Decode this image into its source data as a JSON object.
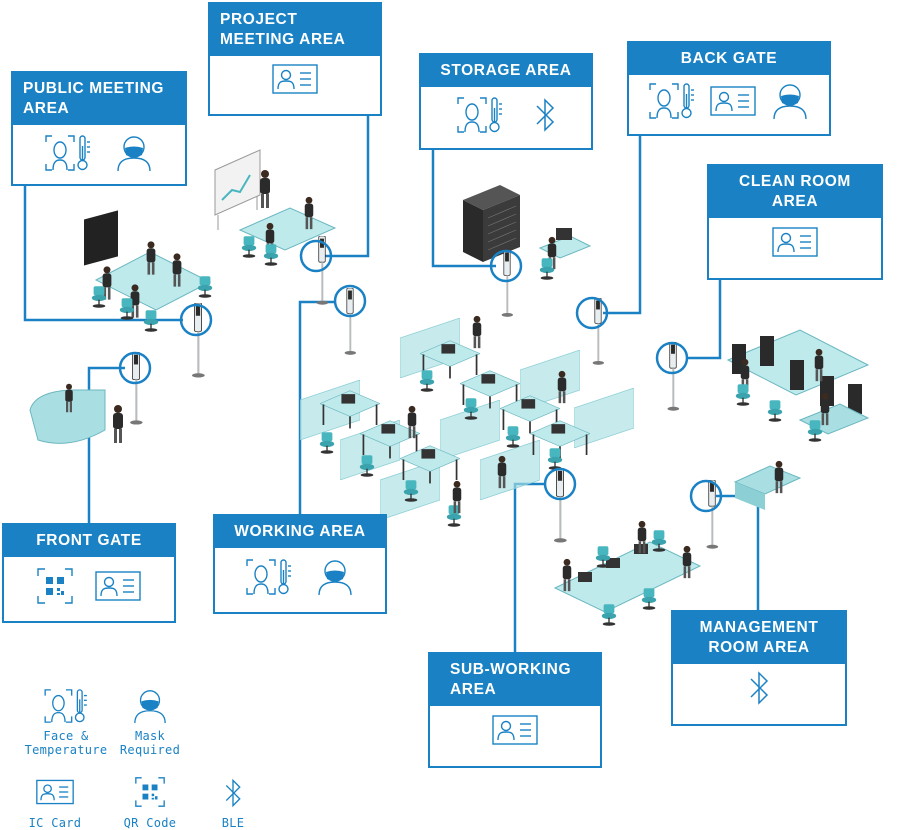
{
  "zones": {
    "public_meeting": {
      "title": "PUBLIC MEETING AREA",
      "icons": [
        "face-temperature-icon",
        "mask-icon"
      ]
    },
    "project_meeting": {
      "title": "PROJECT MEETING AREA",
      "icons": [
        "ic-card-icon"
      ]
    },
    "storage": {
      "title": "STORAGE AREA",
      "icons": [
        "face-temperature-icon",
        "ble-icon"
      ]
    },
    "back_gate": {
      "title": "BACK GATE",
      "icons": [
        "face-temperature-icon",
        "ic-card-icon",
        "mask-icon"
      ]
    },
    "clean_room": {
      "title": "CLEAN ROOM AREA",
      "icons": [
        "ic-card-icon"
      ]
    },
    "front_gate": {
      "title": "FRONT GATE",
      "icons": [
        "qr-code-icon",
        "ic-card-icon"
      ]
    },
    "working": {
      "title": "WORKING AREA",
      "icons": [
        "face-temperature-icon",
        "mask-icon"
      ]
    },
    "sub_working": {
      "title": "SUB-WORKING AREA",
      "icons": [
        "ic-card-icon"
      ]
    },
    "management": {
      "title": "MANAGEMENT ROOM AREA",
      "icons": [
        "ble-icon"
      ]
    }
  },
  "legend": {
    "face_temperature": {
      "line1": "Face &",
      "line2": "Temperature",
      "icon": "face-temperature-icon"
    },
    "mask": {
      "line1": "Mask",
      "line2": "Required",
      "icon": "mask-icon"
    },
    "ic_card": {
      "label": "IC Card",
      "icon": "ic-card-icon"
    },
    "qr_code": {
      "label": "QR Code",
      "icon": "qr-code-icon"
    },
    "ble": {
      "label": "BLE",
      "icon": "ble-icon"
    }
  },
  "colors": {
    "accent": "#1a82c4",
    "glass": "#a9dfe3",
    "furniture": "#3a3a3a"
  }
}
